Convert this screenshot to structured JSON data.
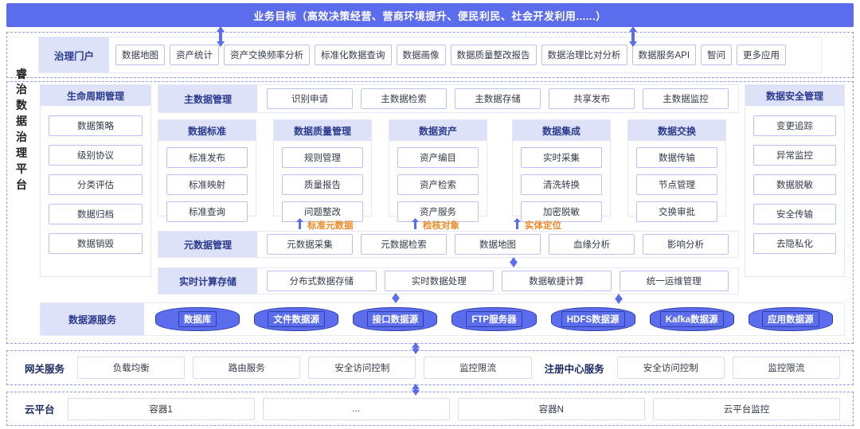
{
  "diagram": {
    "brand_vertical": "睿治数据治理平台",
    "goal_banner": "业务目标（高效决策经营、营商环境提升、便民利民、社会开发利用......）",
    "portal": {
      "title": "治理门户",
      "apps": [
        "数据地图",
        "资产统计",
        "资产交换频率分析",
        "标准化数据查询",
        "数据画像",
        "数据质量整改报告",
        "数据治理比对分析",
        "数据服务API",
        "智问",
        "更多应用"
      ]
    },
    "lifecycle": {
      "title": "生命周期管理",
      "items": [
        "数据策略",
        "级别协议",
        "分类评估",
        "数据归档",
        "数据销毁"
      ]
    },
    "security": {
      "title": "数据安全管理",
      "items": [
        "变更追踪",
        "异常监控",
        "数据脱敏",
        "安全传输",
        "去隐私化"
      ]
    },
    "master_data": {
      "title": "主数据管理",
      "items": [
        "识别申请",
        "主数据检索",
        "主数据存储",
        "共享发布",
        "主数据监控"
      ]
    },
    "columns": [
      {
        "title": "数据标准",
        "items": [
          "标准发布",
          "标准映射",
          "标准查询"
        ]
      },
      {
        "title": "数据质量管理",
        "items": [
          "规则管理",
          "质量报告",
          "问题整改"
        ]
      },
      {
        "title": "数据资产",
        "items": [
          "资产编目",
          "资产检索",
          "资产服务"
        ]
      },
      {
        "title": "数据集成",
        "items": [
          "实时采集",
          "清洗转换",
          "加密脱敏"
        ]
      },
      {
        "title": "数据交换",
        "items": [
          "数据传输",
          "节点管理",
          "交换审批"
        ]
      }
    ],
    "annotations": [
      "标准元数据",
      "检核对象",
      "实体定位"
    ],
    "metadata": {
      "title": "元数据管理",
      "items": [
        "元数据采集",
        "元数据检索",
        "数据地图",
        "血缘分析",
        "影响分析"
      ]
    },
    "realtime": {
      "title": "实时计算存储",
      "items": [
        "分布式数据存储",
        "实时数据处理",
        "数据敏捷计算",
        "统一运维管理"
      ]
    },
    "datasource": {
      "title": "数据源服务",
      "items": [
        "数据库",
        "文件数据源",
        "接口数据源",
        "FTP服务器",
        "HDFS数据源",
        "Kafka数据源",
        "应用数据源"
      ]
    },
    "gateway": {
      "title": "网关服务",
      "items": [
        "负载均衡",
        "路由服务",
        "安全访问控制",
        "监控限流"
      ],
      "registry_title": "注册中心服务",
      "registry_items": [
        "安全访问控制",
        "监控限流"
      ]
    },
    "cloud": {
      "title": "云平台",
      "items": [
        "容器1",
        "...",
        "容器N",
        "云平台监控"
      ]
    },
    "colors": {
      "accent": "#5b6ced",
      "header_fill": "#dde2f8",
      "header_text": "#2b3a8f",
      "annotation": "#f08a24",
      "chip_border": "#b9c3ee",
      "dashed_border": "#8f9bf0"
    }
  }
}
